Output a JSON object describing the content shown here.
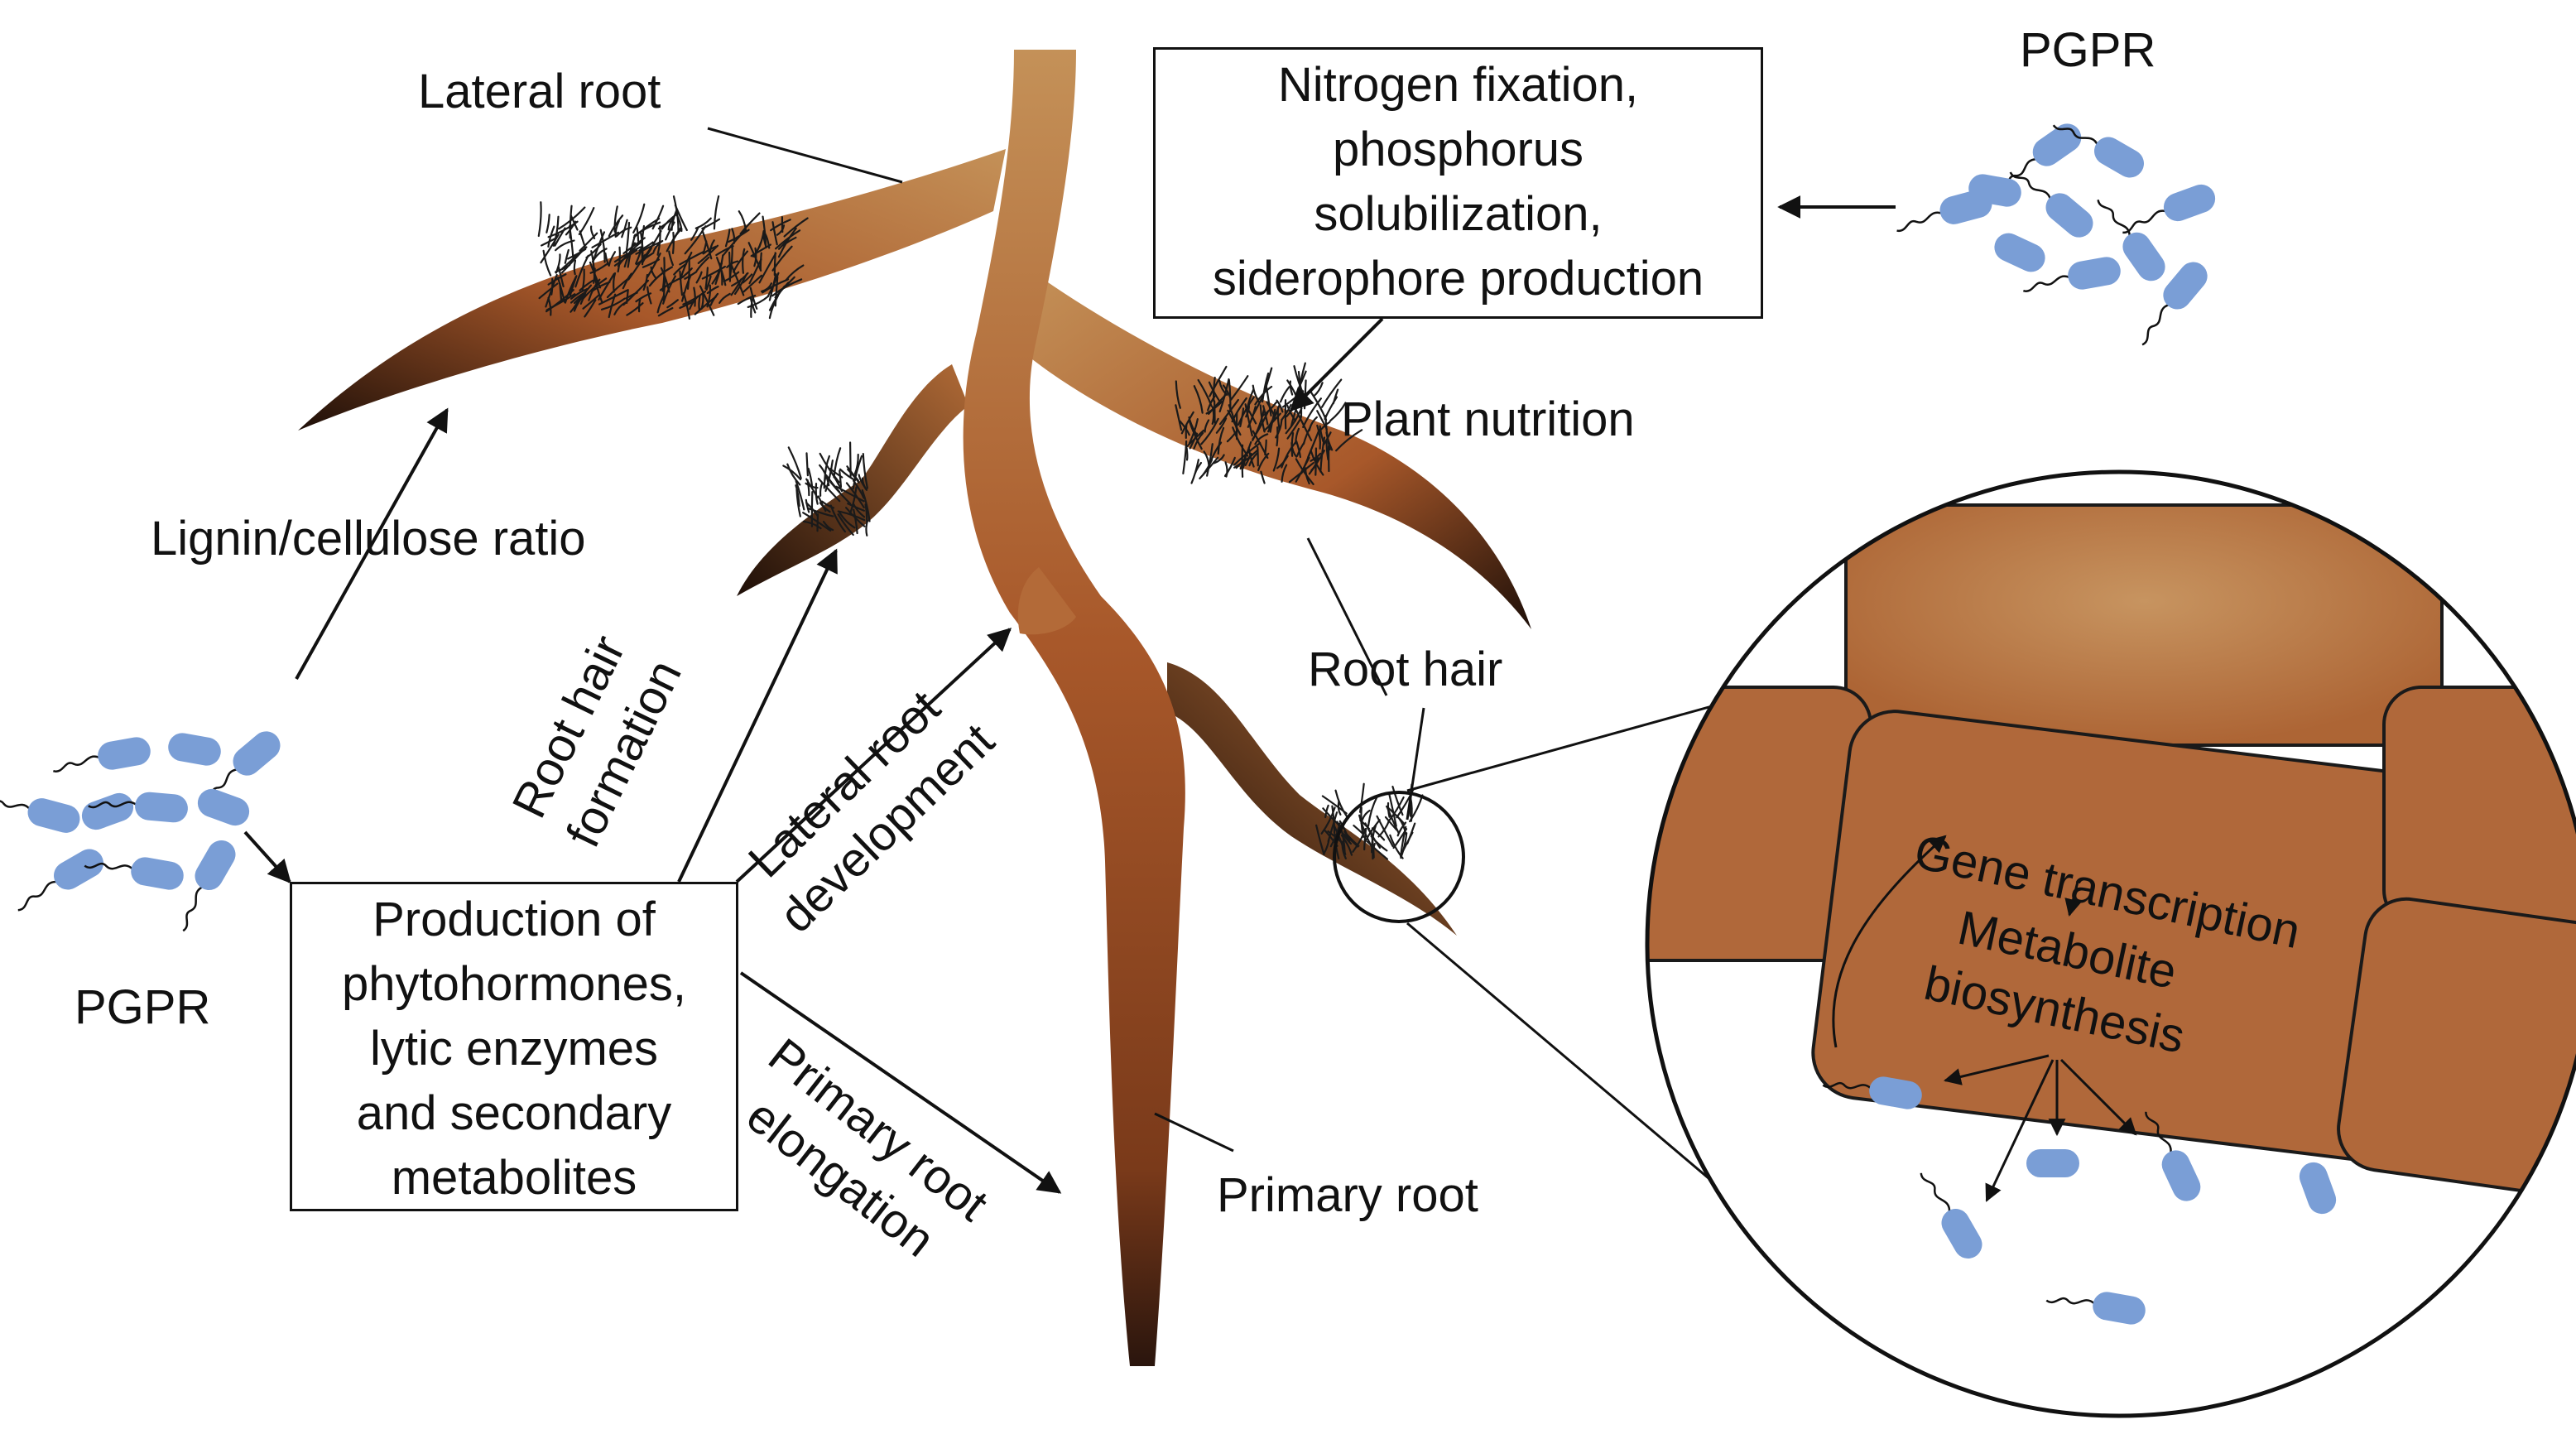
{
  "labels": {
    "lateral_root": "Lateral root",
    "pgpr_top": "PGPR",
    "pgpr_left": "PGPR",
    "plant_nutrition": "Plant nutrition",
    "lignin": "Lignin/cellulose ratio",
    "root_hair": "Root hair",
    "primary_root": "Primary root",
    "root_hair_formation": [
      "Root hair",
      "formation"
    ],
    "lateral_root_development": [
      "Lateral root",
      "development"
    ],
    "primary_root_elongation": [
      "Primary root",
      "elongation"
    ],
    "gene_transcription": "Gene transcription",
    "metabolite_biosynthesis": [
      "Metabolite",
      "biosynthesis"
    ]
  },
  "boxes": {
    "nutrition_box": [
      "Nitrogen fixation,",
      "phosphorus",
      "solubilization,",
      "siderophore production"
    ],
    "production_box": [
      "Production of",
      "phytohormones,",
      "lytic enzymes",
      "and secondary",
      "metabolites"
    ]
  },
  "colors": {
    "bacterium": "#7a9ed6",
    "root_light": "#c08a55",
    "root_mid": "#a8582a",
    "root_dark": "#2a150d",
    "cell": "#b0683a",
    "cell_light": "#c38a55"
  }
}
